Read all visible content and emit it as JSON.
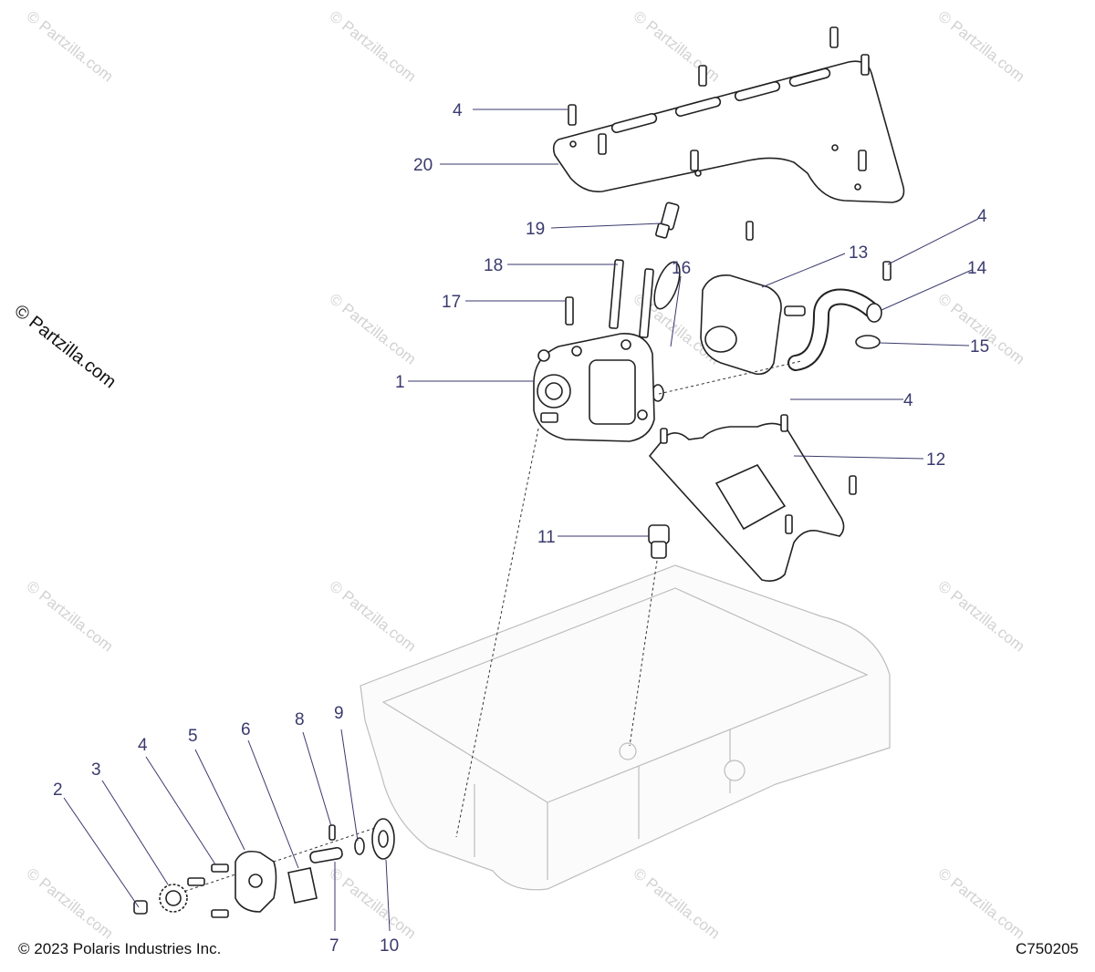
{
  "watermark": "© Partzilla.com",
  "side_watermark": "© Partzilla.com",
  "copyright": "© 2023 Polaris Industries Inc.",
  "figure_code": "C750205",
  "callouts": {
    "c1": "1",
    "c2": "2",
    "c3": "3",
    "c4a": "4",
    "c4b": "4",
    "c4c": "4",
    "c4d": "4",
    "c5": "5",
    "c6": "6",
    "c7": "7",
    "c8": "8",
    "c9": "9",
    "c10": "10",
    "c11": "11",
    "c12": "12",
    "c13": "13",
    "c14": "14",
    "c15": "15",
    "c16": "16",
    "c17": "17",
    "c18": "18",
    "c19": "19",
    "c20": "20"
  }
}
